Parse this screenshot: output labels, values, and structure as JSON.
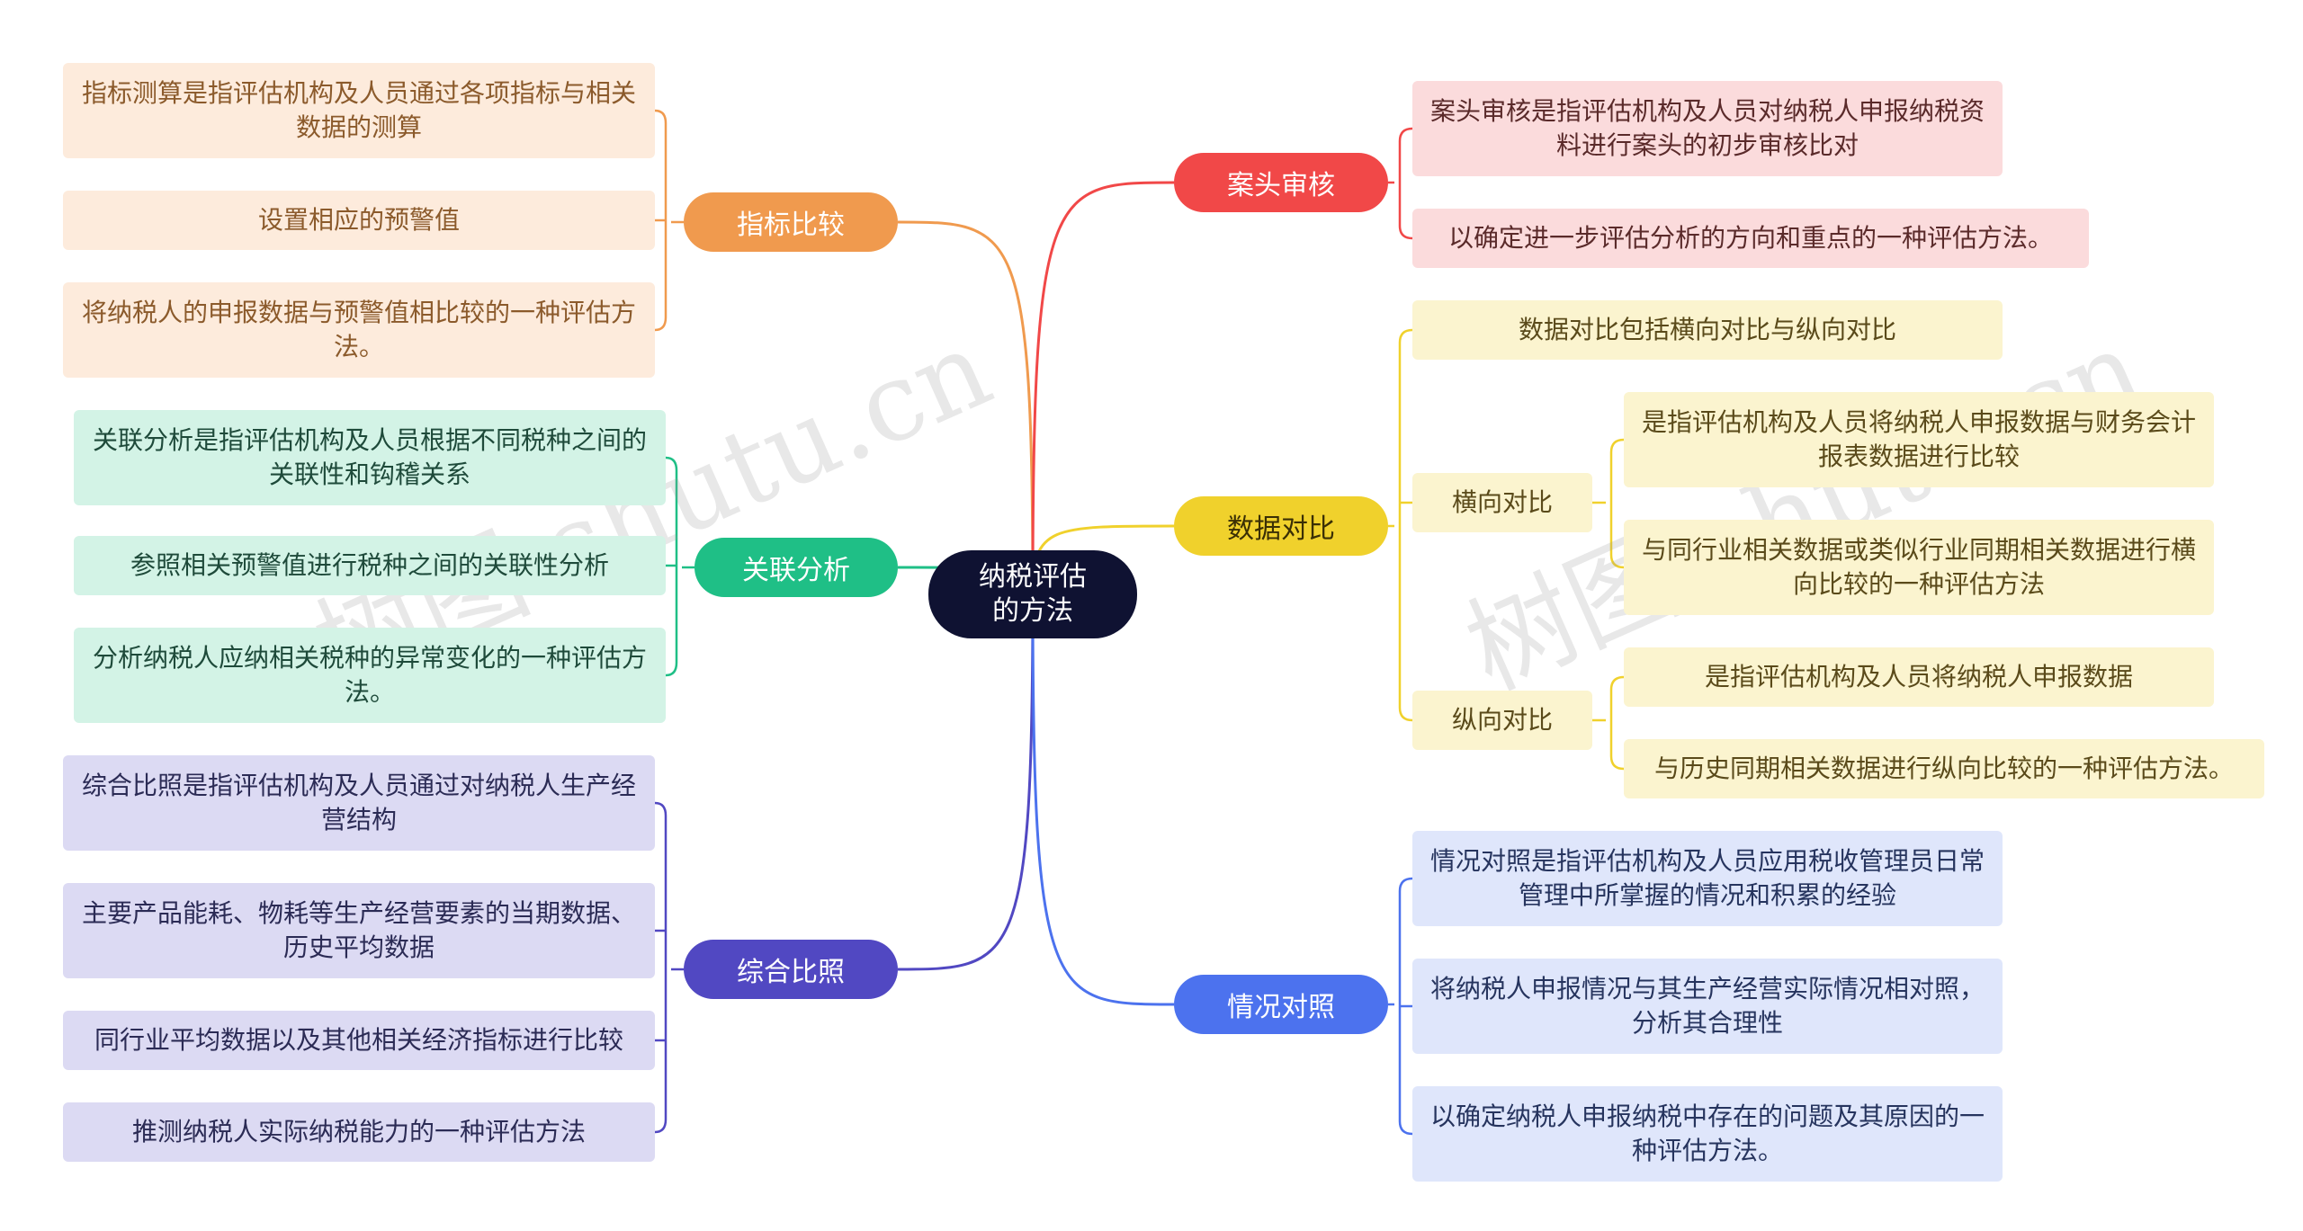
{
  "root": {
    "label": "纳税评估\n的方法"
  },
  "watermark": "树图 shutu.cn",
  "branches": {
    "zhibiao": {
      "label": "指标比较",
      "color": "#f09a4e",
      "leaf_bg": "#fdebdc",
      "leaf_fg": "#8b5a2b",
      "items": [
        "指标测算是指评估机构及人员通过各项指标与相关数据的测算",
        "设置相应的预警值",
        "将纳税人的申报数据与预警值相比较的一种评估方法。"
      ]
    },
    "guanlian": {
      "label": "关联分析",
      "color": "#1fbf86",
      "leaf_bg": "#d3f3e6",
      "leaf_fg": "#1e4a3a",
      "items": [
        "关联分析是指评估机构及人员根据不同税种之间的关联性和钩稽关系",
        "参照相关预警值进行税种之间的关联性分析",
        "分析纳税人应纳相关税种的异常变化的一种评估方法。"
      ]
    },
    "zonghe": {
      "label": "综合比照",
      "color": "#5148c2",
      "leaf_bg": "#dcdaf3",
      "leaf_fg": "#2b2b55",
      "items": [
        "综合比照是指评估机构及人员通过对纳税人生产经营结构",
        "主要产品能耗、物耗等生产经营要素的当期数据、历史平均数据",
        "同行业平均数据以及其他相关经济指标进行比较",
        "推测纳税人实际纳税能力的一种评估方法"
      ]
    },
    "antou": {
      "label": "案头审核",
      "color": "#f14848",
      "leaf_bg": "#fbdbdc",
      "leaf_fg": "#5a2a2a",
      "items": [
        "案头审核是指评估机构及人员对纳税人申报纳税资料进行案头的初步审核比对",
        "以确定进一步评估分析的方向和重点的一种评估方法。"
      ]
    },
    "shuju": {
      "label": "数据对比",
      "color": "#f0d12c",
      "leaf_bg": "#fbf4cf",
      "leaf_fg": "#5a4a1a",
      "intro": "数据对比包括横向对比与纵向对比",
      "hengxiang": {
        "label": "横向对比",
        "items": [
          "是指评估机构及人员将纳税人申报数据与财务会计报表数据进行比较",
          "与同行业相关数据或类似行业同期相关数据进行横向比较的一种评估方法"
        ]
      },
      "zongxiang": {
        "label": "纵向对比",
        "items": [
          "是指评估机构及人员将纳税人申报数据",
          "与历史同期相关数据进行纵向比较的一种评估方法。"
        ]
      }
    },
    "qingkuang": {
      "label": "情况对照",
      "color": "#4c72ee",
      "leaf_bg": "#dfe6fb",
      "leaf_fg": "#26345e",
      "items": [
        "情况对照是指评估机构及人员应用税收管理员日常管理中所掌握的情况和积累的经验",
        "将纳税人申报情况与其生产经营实际情况相对照，分析其合理性",
        "以确定纳税人申报纳税中存在的问题及其原因的一种评估方法。"
      ]
    }
  }
}
